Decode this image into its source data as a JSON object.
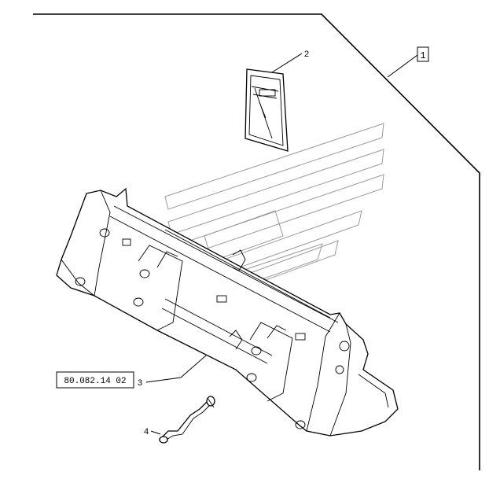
{
  "diagram": {
    "group_label": "1",
    "reference_code": "80.082.14 02",
    "callouts": [
      {
        "id": "callout-2",
        "label": "2"
      },
      {
        "id": "callout-3",
        "label": "3"
      },
      {
        "id": "callout-4",
        "label": "4"
      }
    ]
  },
  "colors": {
    "line": "#000000",
    "watermark": "#9a9a9a",
    "background": "#ffffff"
  }
}
